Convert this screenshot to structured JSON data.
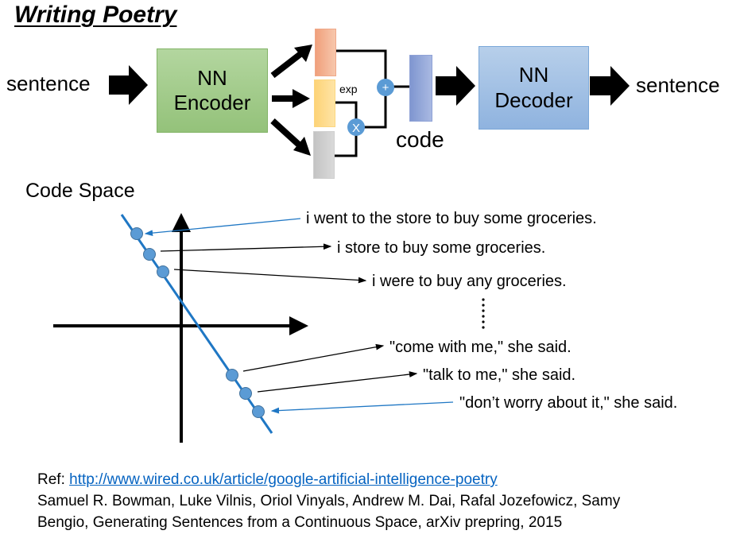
{
  "title": "Writing Poetry",
  "pipeline": {
    "input_label": "sentence",
    "encoder_label": [
      "NN",
      "Encoder"
    ],
    "exp_label": "exp",
    "plus_symbol": "+",
    "times_symbol": "X",
    "code_label": "code",
    "decoder_label": [
      "NN",
      "Decoder"
    ],
    "output_label": "sentence"
  },
  "code_space": {
    "heading": "Code Space",
    "sentences": [
      {
        "text": "i went to the store to buy some groceries.",
        "arrow_color": "#1f77c4",
        "direction": "to-point"
      },
      {
        "text": "i store to buy some groceries.",
        "arrow_color": "#000000",
        "direction": "to-text"
      },
      {
        "text": "i were to buy any groceries.",
        "arrow_color": "#000000",
        "direction": "to-text"
      },
      {
        "text": "\"come with me,\" she said.",
        "arrow_color": "#000000",
        "direction": "to-text"
      },
      {
        "text": "\"talk to me,\" she said.",
        "arrow_color": "#000000",
        "direction": "to-text"
      },
      {
        "text": "\"don’t worry about it,\" she said.",
        "arrow_color": "#1f77c4",
        "direction": "to-point"
      }
    ],
    "ellipsis": "vertical-dots"
  },
  "colors": {
    "line_blue": "#1f77c4",
    "point_blue": "#5b9bd5",
    "link_blue": "#0563c1"
  },
  "reference": {
    "prefix": "Ref: ",
    "url_text": "http://www.wired.co.uk/article/google-artificial-intelligence-poetry",
    "citation_line1": "Samuel R. Bowman, Luke Vilnis, Oriol Vinyals, Andrew M. Dai, Rafal Jozefowicz, Samy",
    "citation_line2": "Bengio, Generating Sentences from a Continuous Space, arXiv prepring, 2015"
  }
}
